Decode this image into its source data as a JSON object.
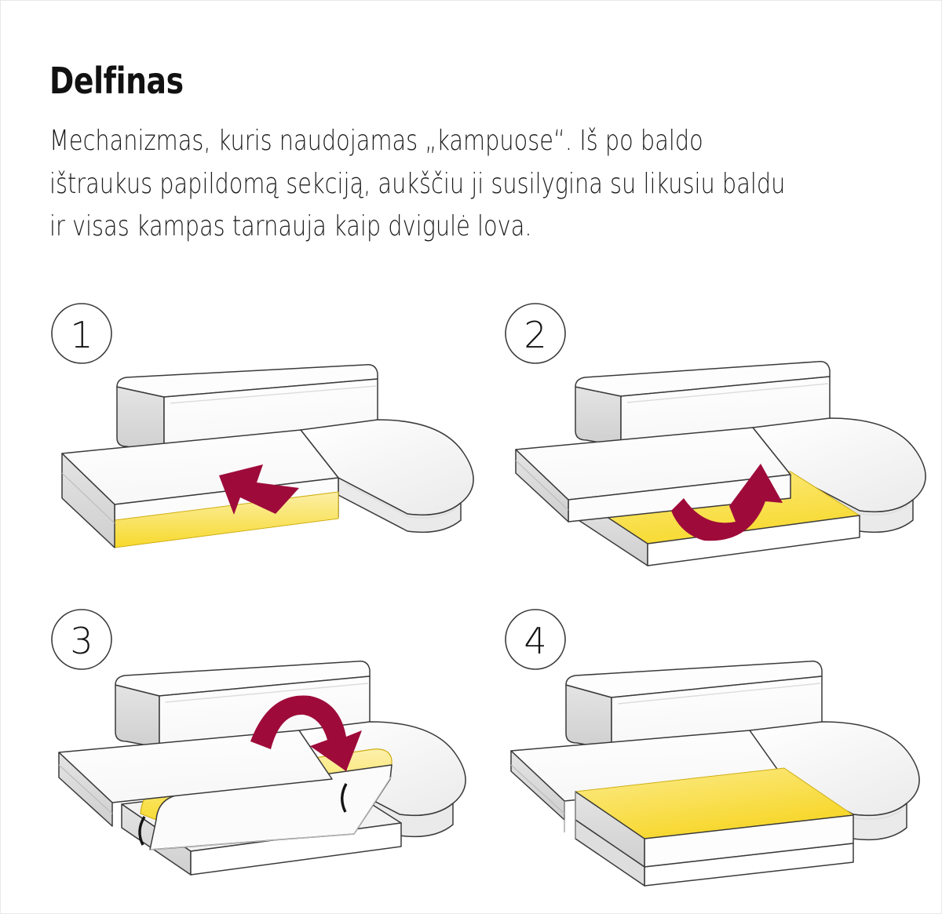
{
  "page": {
    "background_color": "#ffffff",
    "border_color": "#e8e8e8"
  },
  "header": {
    "title": "Delfinas",
    "description_lines": [
      "Mechanizmas, kuris naudojamas „kampuose“. Iš po baldo",
      "ištraukus papildomą sekciją, aukščiu ji susilygina su likusiu baldu",
      "ir visas kampas tarnauja kaip dvigulė lova."
    ]
  },
  "colors": {
    "accent_yellow": "#F9DF3F",
    "yellow_light": "#FBEB90",
    "arrow_crimson": "#9E0B3B",
    "outline": "#3a3a3a",
    "shade_gray": "#d9d9d9",
    "shade_gray_dark": "#c2c2c2",
    "text": "#1c1c1c"
  },
  "steps": [
    {
      "number": "1",
      "badge_name": "step-badge-1",
      "illustration_name": "corner-sofa-closed-illustration",
      "arrow": "straight-arrow-pull-out",
      "arrow_direction": "forward-right",
      "description": "Corner sofa closed, yellow pull-out strip visible under the front seat"
    },
    {
      "number": "2",
      "badge_name": "step-badge-2",
      "illustration_name": "corner-sofa-section-pulled-out-illustration",
      "arrow": "curved-arrow-lift-up",
      "arrow_direction": "up-back",
      "description": "Extra section pulled out, yellow platform exposed"
    },
    {
      "number": "3",
      "badge_name": "step-badge-3",
      "illustration_name": "corner-sofa-seat-folding-illustration",
      "arrow": "rainbow-arc-arrow-fold-down",
      "arrow_direction": "rotate-down-right",
      "description": "Seat panel tilted up with yellow edge, folding down into place"
    },
    {
      "number": "4",
      "badge_name": "step-badge-4",
      "illustration_name": "corner-sofa-flat-bed-illustration",
      "arrow": "none",
      "arrow_direction": "",
      "description": "Finished flat double bed with yellow panel level with the rest"
    }
  ]
}
